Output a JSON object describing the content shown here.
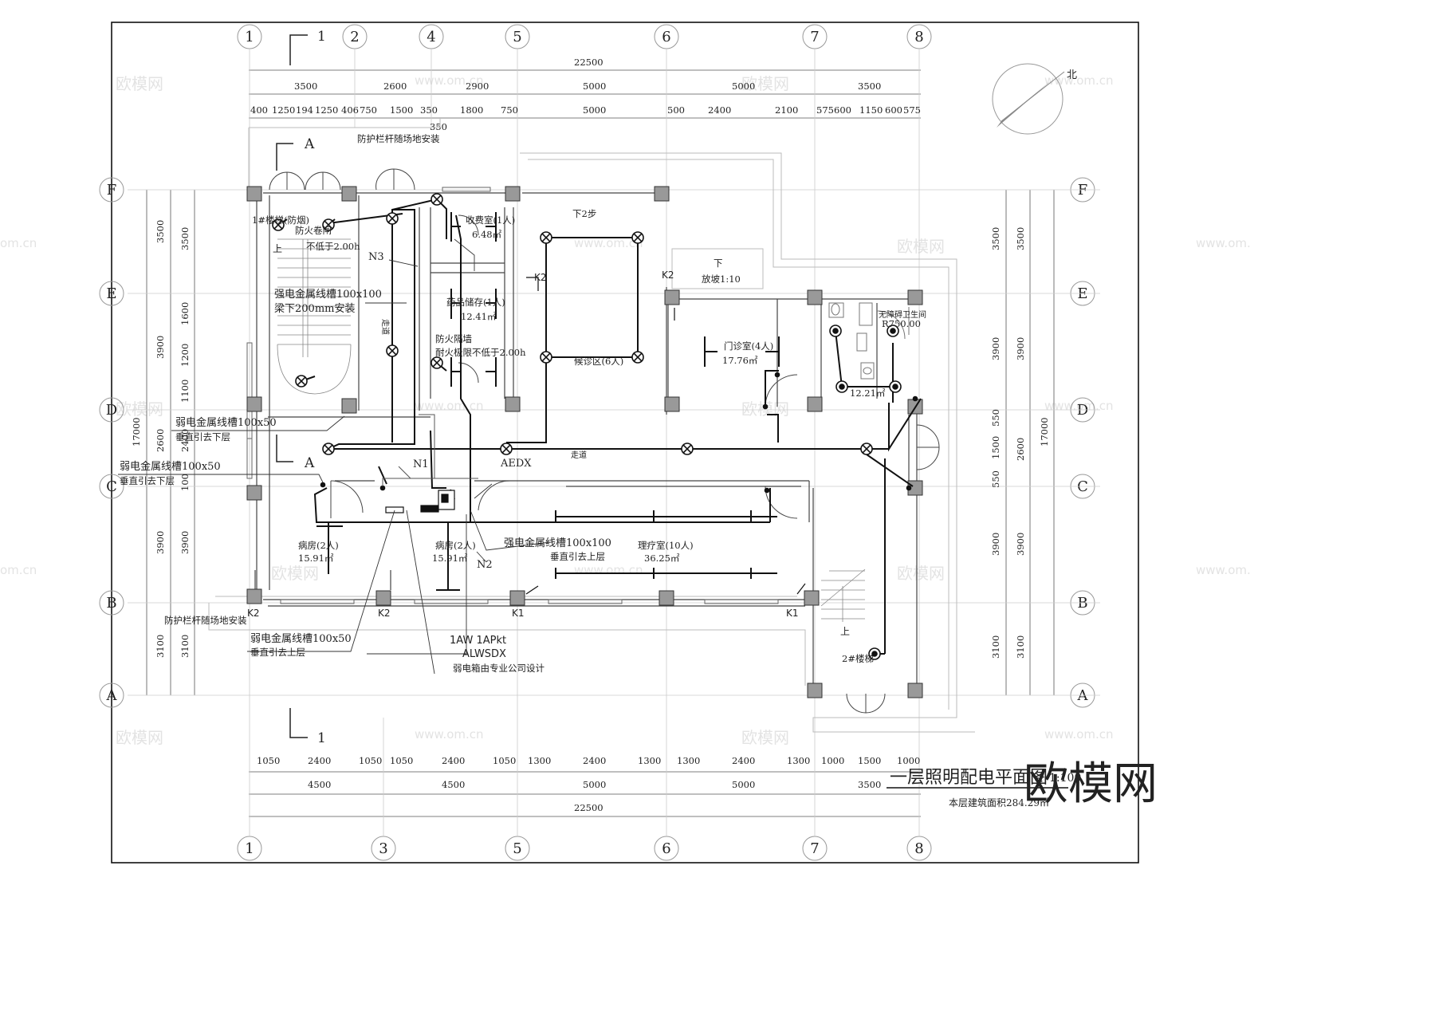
{
  "drawing": {
    "title": "一层照明配电平面图",
    "scale": "1:100",
    "area_note": "本层建筑面积284.29㎡",
    "north_label": "北"
  },
  "grid": {
    "top_axes": [
      "1",
      "2",
      "4",
      "5",
      "6",
      "7",
      "8"
    ],
    "bottom_axes": [
      "1",
      "3",
      "5",
      "6",
      "7",
      "8"
    ],
    "left_axes": [
      "F",
      "E",
      "D",
      "C",
      "B",
      "A"
    ],
    "right_axes": [
      "F",
      "E",
      "D",
      "C",
      "B",
      "A"
    ]
  },
  "dimensions": {
    "top_total": "22500",
    "top_row2": [
      "3500",
      "2600",
      "2900",
      "5000",
      "5000",
      "3500"
    ],
    "top_row3": [
      "400",
      "1250",
      "194",
      "1250",
      "406",
      "750",
      "1500",
      "350",
      "1800",
      "750",
      "5000",
      "500",
      "2400",
      "2100",
      "575",
      "600",
      "1150",
      "600",
      "575"
    ],
    "top_extra": "350",
    "bottom_row1": [
      "1050",
      "2400",
      "1050",
      "1050",
      "2400",
      "1050",
      "1300",
      "2400",
      "1300",
      "1300",
      "2400",
      "1300",
      "1000",
      "1500",
      "1000"
    ],
    "bottom_row2": [
      "4500",
      "4500",
      "5000",
      "5000",
      "3500"
    ],
    "bottom_total": "22500",
    "left_outer": [
      "3500",
      "3900",
      "3900",
      "3100"
    ],
    "left_total": "17000",
    "left_mid": [
      "3500",
      "1600",
      "1200",
      "1100",
      "2600",
      "2400",
      "100",
      "3900",
      "3100"
    ],
    "right_mid": [
      "3500",
      "3900",
      "550",
      "1500",
      "550",
      "3900",
      "3100"
    ],
    "right_outer": [
      "3500",
      "3900",
      "2600",
      "3900",
      "3100"
    ],
    "right_total": "17000"
  },
  "section_marks": {
    "mark1": "1",
    "markA": "A"
  },
  "labels": {
    "railing_top": "防护栏杆随场地安装",
    "railing_bottom": "防护栏杆随场地安装",
    "stair1": "1#楼梯(防烟)",
    "fire_door1": "防火卷闸",
    "fire_limit1": "不低于2.00h",
    "strong_tray_a1": "强电金属线槽100x100",
    "strong_tray_a2": "梁下200mm安装",
    "corridor_v": "走道",
    "cashier": "收费室(1人)",
    "cashier_area": "6.48㎡",
    "storage": "药品储存(1人)",
    "storage_area": "12.41㎡",
    "fire_wall1": "防火隔墙",
    "fire_wall2": "耐火极限不低于2.00h",
    "down2": "下2步",
    "waiting": "候诊区(6人)",
    "down": "下",
    "slope": "放坡1:10",
    "clinic": "门诊室(4人)",
    "clinic_area": "17.76㎡",
    "toilet": "无障碍卫生间",
    "toilet_r": "R750.00",
    "toilet_area": "12.21㎡",
    "weak_tray_b1": "弱电金属线槽100x50",
    "weak_tray_b2": "垂直引去下层",
    "weak_tray_c1": "弱电金属线槽100x50",
    "weak_tray_c2": "垂直引去下层",
    "corridor_h": "走道",
    "aedx": "AEDX",
    "n1": "N1",
    "n2": "N2",
    "n3": "N3",
    "ward1": "病房(2人)",
    "ward1_area": "15.91㎡",
    "ward2": "病房(2人)",
    "ward2_area": "15.91㎡",
    "strong_tray_d1": "强电金属线槽100x100",
    "strong_tray_d2": "垂直引去上层",
    "therapy": "理疗室(10人)",
    "therapy_area": "36.25㎡",
    "weak_tray_e1": "弱电金属线槽100x50",
    "weak_tray_e2": "垂直引去上层",
    "box1": "1AW 1APkt",
    "box2": "ALWSDX",
    "weak_box": "弱电箱由专业公司设计",
    "stair2": "2#楼梯",
    "up": "上",
    "up2": "上",
    "k1": "K1",
    "k2": "K2"
  },
  "watermark": {
    "big": "欧模网",
    "url": "www.om.cn",
    "url_short": "om.cn"
  }
}
